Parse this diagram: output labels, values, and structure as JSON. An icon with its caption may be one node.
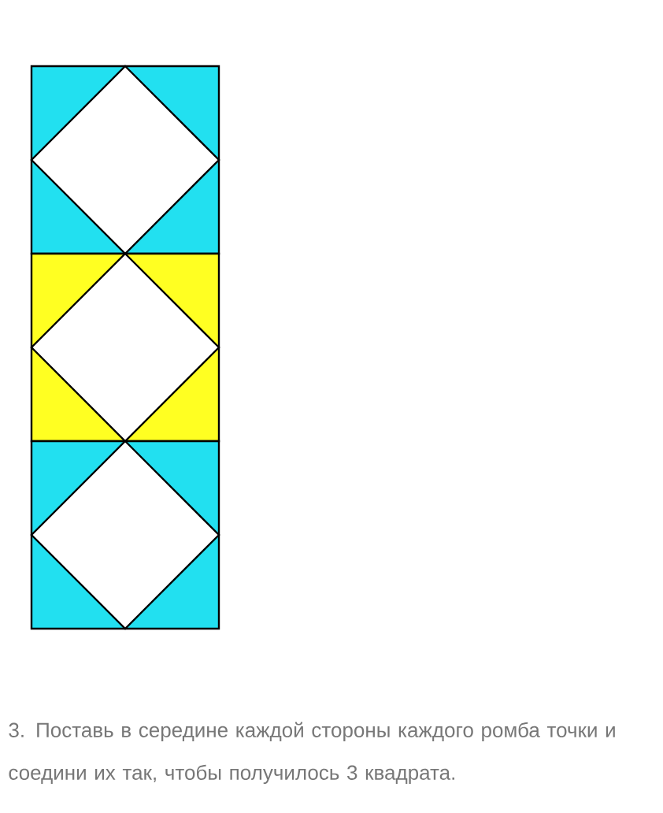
{
  "diagram": {
    "caption": "3. Поставь в середине каждой стороны каждого ромба точки и соедини их так, чтобы получилось 3 квадрата.",
    "nodes": [
      {
        "text": [],
        "shape": "box"
      },
      {
        "text": [],
        "shape": "box"
      },
      {
        "text": [],
        "shape": "box"
      }
    ]
  }
}
